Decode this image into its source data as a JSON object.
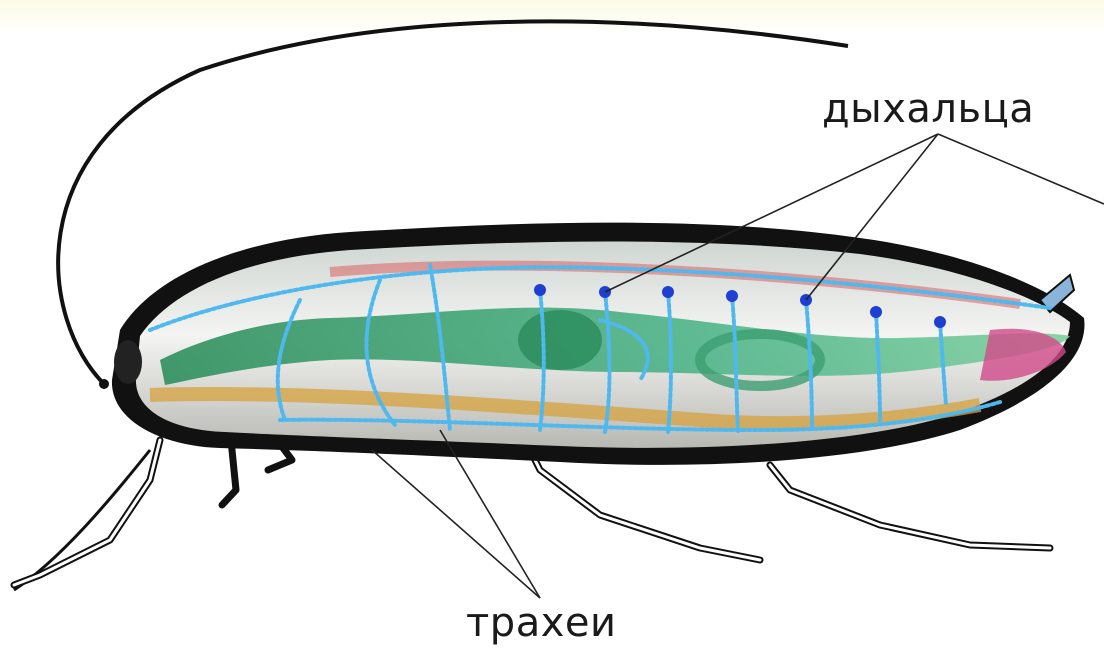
{
  "labels": {
    "spiracles": "дыхальца",
    "tracheae": "трахеи"
  },
  "colors": {
    "outline": "#111111",
    "trachea": "#4fb8ee",
    "spiracle": "#1f3fd0",
    "gut": "#3aa37a",
    "fat_body": "#d6a23c",
    "muscle": "#d86a6a",
    "tail_organ": "#d24a8a"
  },
  "icons": [
    "cockroach-illustration",
    "antenna",
    "leg",
    "spiracle-dot",
    "leader-line"
  ]
}
